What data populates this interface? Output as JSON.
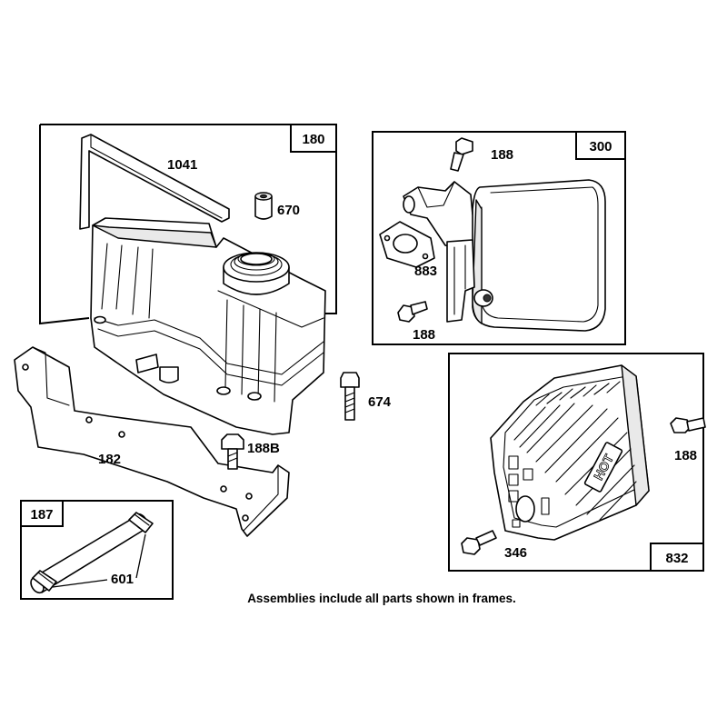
{
  "frames": {
    "f180": "180",
    "f300": "300",
    "f832": "832",
    "f187": "187"
  },
  "parts": {
    "p1041": "1041",
    "p670": "670",
    "p188_top": "188",
    "p883": "883",
    "p188_mid": "188",
    "p674": "674",
    "p188b": "188B",
    "p182": "182",
    "p188_right": "188",
    "p346": "346",
    "p601": "601",
    "hot_text": "HOT"
  },
  "caption": "Assemblies include all parts shown in frames."
}
